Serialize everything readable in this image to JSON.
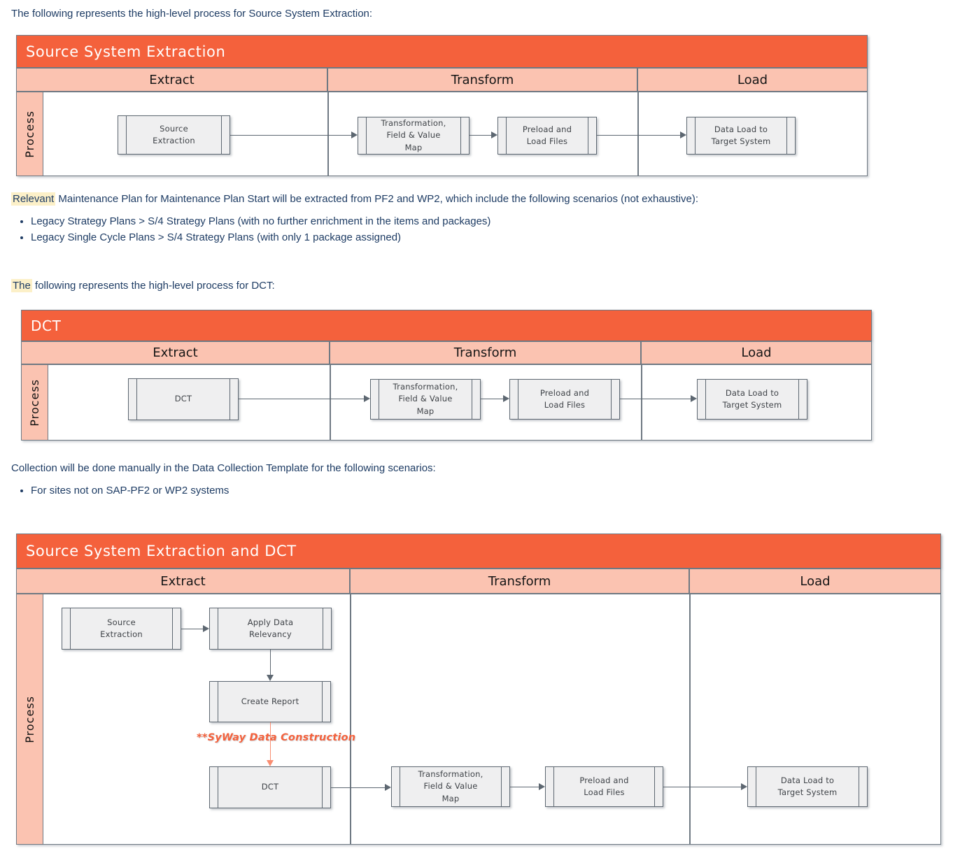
{
  "page": {
    "intro_source": "The following represents the high-level process for Source System Extraction:",
    "para_relevant": {
      "highlight": "Relevant",
      "rest": " Maintenance Plan for Maintenance Plan Start will be extracted from PF2 and WP2, which include the following scenarios (not exhaustive):"
    },
    "bullets1": [
      "Legacy Strategy Plans > S/4 Strategy Plans (with no further enrichment in the items and packages)",
      "Legacy Single Cycle Plans > S/4 Strategy Plans (with only 1 package assigned)"
    ],
    "para_dct": {
      "highlight": "The",
      "rest": " following represents the high-level process for DCT:"
    },
    "para_collection": "Collection will be done manually in the Data Collection Template for the following scenarios:",
    "bullets2": [
      "For sites not on SAP-PF2 or WP2 systems"
    ]
  },
  "colors": {
    "header_orange": "#f4613c",
    "salmon": "#fbc3b1",
    "box_fill": "#efeff0",
    "line_slate": "#5d6771",
    "arrow_salmon": "#f98d71",
    "text_navy": "#1e3c64",
    "highlight_yellow": "#fcf0c8"
  },
  "diagrams": [
    {
      "title": "Source System Extraction",
      "lane": "Process",
      "columns": [
        "Extract",
        "Transform",
        "Load"
      ],
      "nodes": [
        "Source\nExtraction",
        "Transformation,\nField & Value\nMap",
        "Preload and\nLoad Files",
        "Data Load to\nTarget System"
      ]
    },
    {
      "title": "DCT",
      "lane": "Process",
      "columns": [
        "Extract",
        "Transform",
        "Load"
      ],
      "nodes": [
        "DCT",
        "Transformation,\nField & Value\nMap",
        "Preload and\nLoad Files",
        "Data Load to\nTarget System"
      ]
    },
    {
      "title": "Source System Extraction and DCT",
      "lane": "Process",
      "columns": [
        "Extract",
        "Transform",
        "Load"
      ],
      "nodes": [
        "Source\nExtraction",
        "Apply Data\nRelevancy",
        "Create Report",
        "DCT",
        "Transformation,\nField & Value\nMap",
        "Preload and\nLoad Files",
        "Data Load to\nTarget System"
      ],
      "annotation": "**SyWay Data Construction"
    }
  ]
}
